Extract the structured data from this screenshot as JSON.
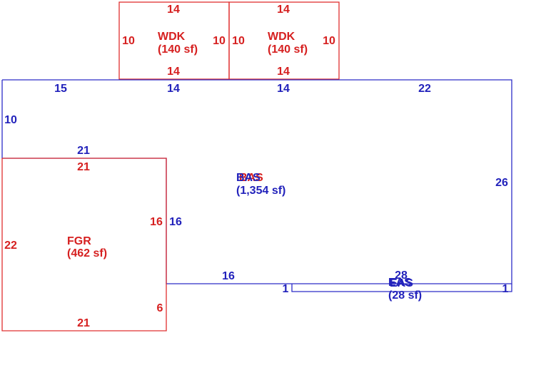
{
  "colors": {
    "red": "#d62020",
    "blue": "#2222bb"
  },
  "areas": {
    "wdk_left": {
      "code": "WDK",
      "area": "(140 sf)"
    },
    "wdk_right": {
      "code": "WDK",
      "area": "(140 sf)"
    },
    "bas": {
      "code": "BAS",
      "overlap_code": "BAS",
      "area": "(1,354 sf)"
    },
    "fgr": {
      "code": "FGR",
      "area": "(462 sf)"
    },
    "eas": {
      "code": "EAS",
      "overlap_code": "EAS",
      "area": "(28 sf)"
    }
  },
  "dimensions": {
    "wdk_left_top": "14",
    "wdk_left_left": "10",
    "wdk_left_right": "10",
    "wdk_left_bottom": "14",
    "wdk_right_top": "14",
    "wdk_right_left": "10",
    "wdk_right_right": "10",
    "wdk_right_bottom": "14",
    "bas_top_a": "15",
    "bas_top_b": "14",
    "bas_top_c": "14",
    "bas_top_d": "22",
    "bas_left": "10",
    "bas_step": "21",
    "bas_right": "26",
    "bas_inner": "16",
    "bas_bottom": "16",
    "bas_bottom_end": "28",
    "fgr_top": "21",
    "fgr_left": "22",
    "fgr_right": "16",
    "fgr_right_low": "6",
    "fgr_bottom": "21",
    "eas_left": "1",
    "eas_right": "1"
  }
}
